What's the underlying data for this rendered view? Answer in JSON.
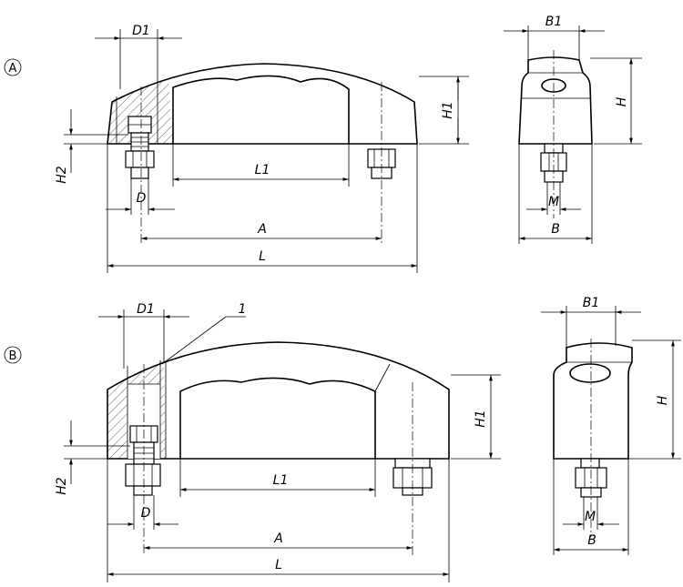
{
  "variants": [
    {
      "label": "A",
      "dimensions": {
        "D1": "D1",
        "H1": "H1",
        "H2": "H2",
        "D": "D",
        "L1": "L1",
        "A": "A",
        "L": "L",
        "B1": "B1",
        "H": "H",
        "M": "M",
        "B": "B"
      }
    },
    {
      "label": "B",
      "callout": "1",
      "dimensions": {
        "D1": "D1",
        "H1": "H1",
        "H2": "H2",
        "D": "D",
        "L1": "L1",
        "A": "A",
        "L": "L",
        "B1": "B1",
        "H": "H",
        "M": "M",
        "B": "B"
      }
    }
  ]
}
